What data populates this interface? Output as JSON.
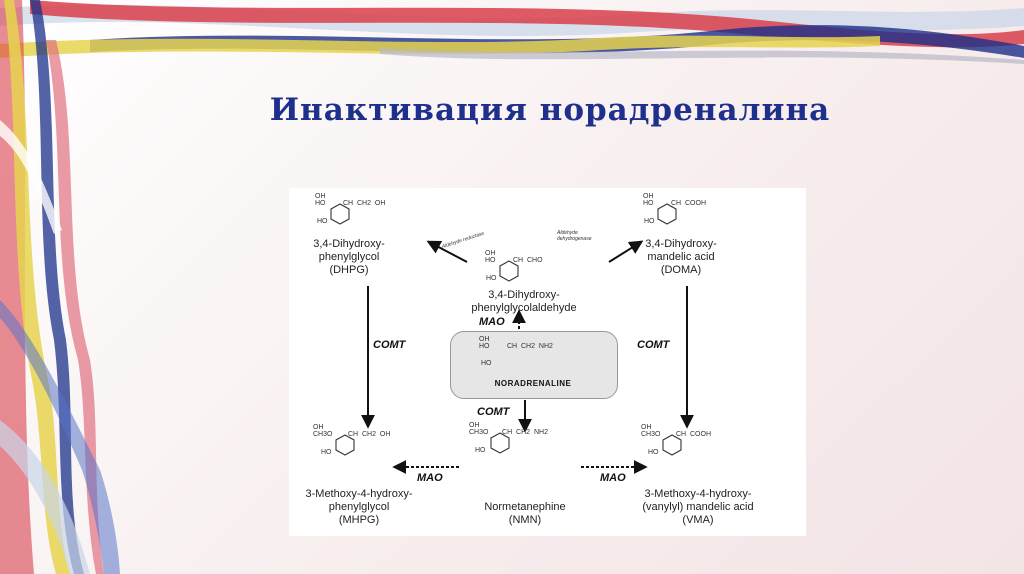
{
  "title": "Инактивация норадреналина",
  "diagram": {
    "compounds": {
      "dhpg": "3,4-Dihydroxy-\nphenylglycol\n(DHPG)",
      "doma": "3,4-Dihydroxy-\nmandelic acid\n(DOMA)",
      "aldehyde": "3,4-Dihydroxy-\nphenylglycolaldehyde",
      "noradrenaline": "NORADRENALINE",
      "mhpg": "3-Methoxy-4-hydroxy-\nphenylglycol\n(MHPG)",
      "nmn": "Normetanephine\n(NMN)",
      "vma": "3-Methoxy-4-hydroxy-\n(vanylyl) mandelic acid\n(VMA)"
    },
    "enzymes": {
      "comt_left": "COMT",
      "comt_right": "COMT",
      "comt_center": "COMT",
      "mao_center": "MAO",
      "mao_left": "MAO",
      "mao_right": "MAO",
      "aldehyde_reductase": "Aldehyde reductase",
      "aldehyde_dehydrogenase": "Aldehyde\ndehydrogenase"
    },
    "side_chains": {
      "dhpg": "OH\nHO         CH  CH2  OH",
      "doma": "OH\nHO         CH  COOH",
      "aldehyde": "OH\nHO         CH  CHO",
      "noradrenaline": "OH\nHO         CH  CH2  NH2",
      "mhpg": "OH\nCH3O        CH  CH2  OH",
      "nmn": "OH\nCH3O       CH  CH2  NH2",
      "vma": "OH\nCH3O        CH  COOH"
    },
    "ring_substituent_lower": {
      "dhpg": "HO",
      "doma": "HO",
      "aldehyde": "HO",
      "noradrenaline": "HO",
      "mhpg": "HO",
      "nmn": "HO",
      "vma": "HO"
    }
  }
}
